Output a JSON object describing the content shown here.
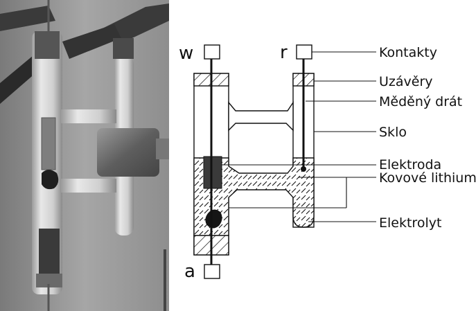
{
  "terminals": {
    "w": "w",
    "r": "r",
    "a": "a"
  },
  "labels": {
    "kontakty": "Kontakty",
    "uzavery": "Uzávěry",
    "medeny_drat": "Měděný drát",
    "sklo": "Sklo",
    "elektroda": "Elektroda",
    "kovove_lithium": "Kovové lithium",
    "elektrolyt": "Elektrolyt"
  },
  "colors": {
    "photo_background": "#8c8c8c",
    "glass": "#e8e8e8",
    "copper_block": "#6e6e6e",
    "line": "#111111"
  },
  "icons": {
    "photo": "electrochemical-cell-photo",
    "electrode": "electrode-block",
    "lithium": "lithium-blob"
  }
}
